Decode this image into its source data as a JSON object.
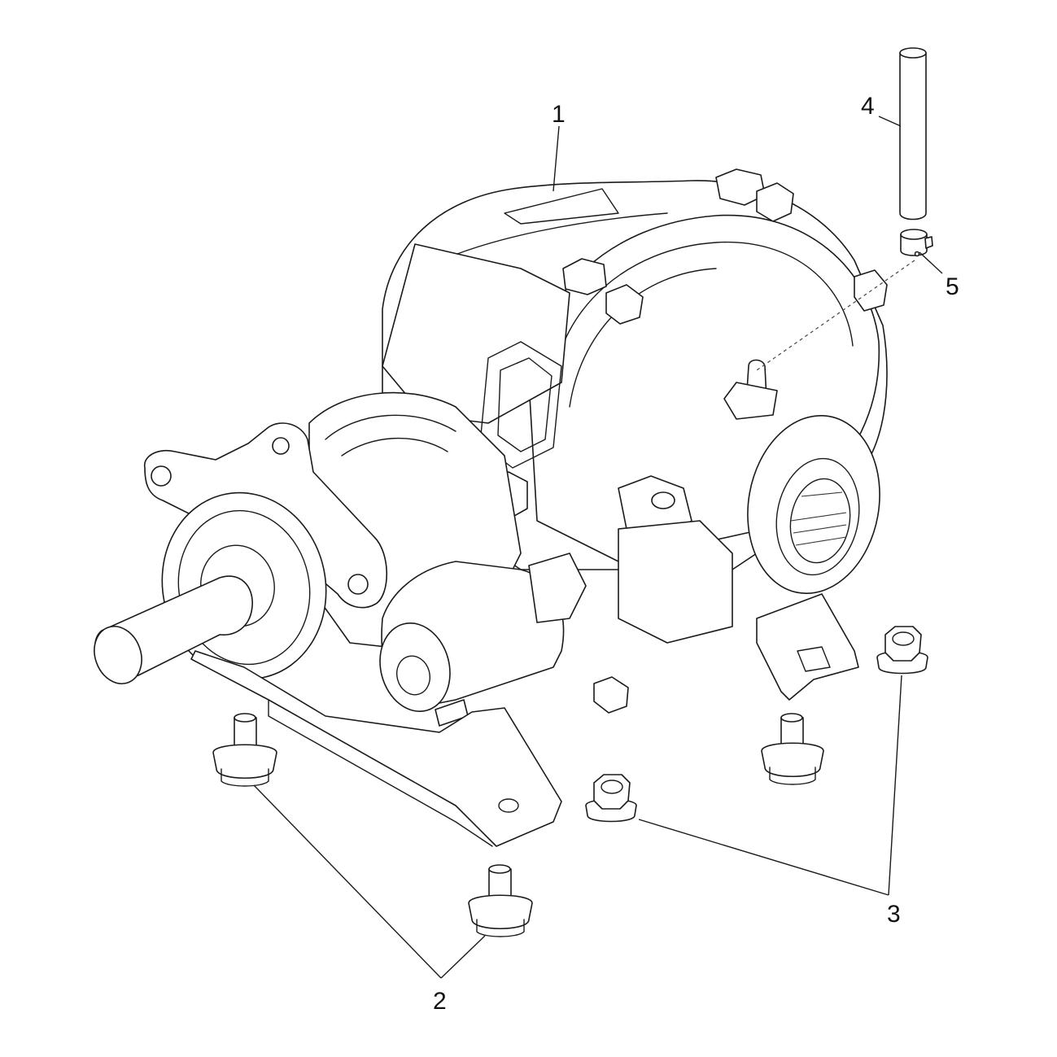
{
  "callouts": [
    {
      "id": "1",
      "label": "1",
      "part": "gearbox-housing"
    },
    {
      "id": "2",
      "label": "2",
      "part": "mounting-bolt"
    },
    {
      "id": "3",
      "label": "3",
      "part": "flange-nut"
    },
    {
      "id": "4",
      "label": "4",
      "part": "vent-tube"
    },
    {
      "id": "5",
      "label": "5",
      "part": "hose-clamp"
    }
  ],
  "colors": {
    "line": "#1a1a1a",
    "background": "#ffffff"
  }
}
